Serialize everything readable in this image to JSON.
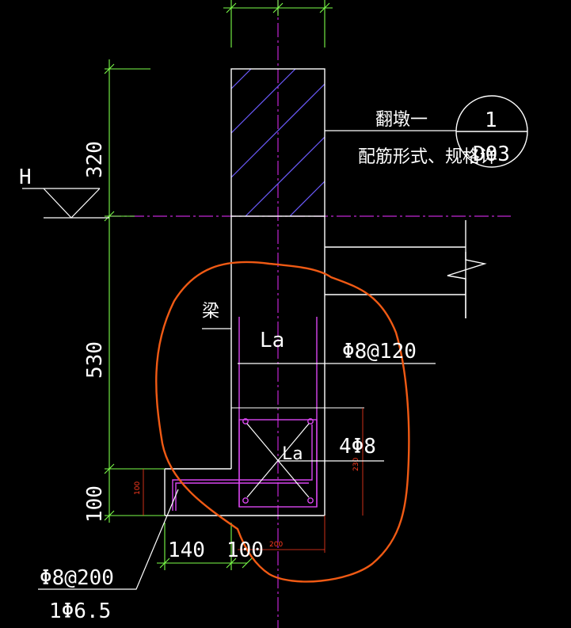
{
  "drawing": {
    "labels": {
      "level_mark": "H",
      "dim_320": "320",
      "dim_530": "530",
      "dim_100_left": "100",
      "beam": "梁",
      "la_top": "La",
      "la_mid": "La",
      "stirrup_top": "Φ8@120",
      "main_bars": "4Φ8",
      "stirrup_bottom": "Φ8@200",
      "bar_small": "1Φ6.5",
      "dim_140": "140",
      "dim_100_bottom": "100",
      "dim_200_small": "200",
      "dim_230_small": "230",
      "dim_100_small": "100",
      "note_line1": "翻墩一",
      "note_line2": "配筋形式、规格详",
      "callout_top": "1",
      "callout_bottom": "D03"
    },
    "colors": {
      "background": "#000000",
      "outline": "#ffffff",
      "dimension": "#7cff4a",
      "centerline": "#c026d3",
      "hatch": "#6d5cff",
      "rebar": "#d946ef",
      "cloud": "#f05a14",
      "small_dim": "#ff3b1f"
    }
  }
}
